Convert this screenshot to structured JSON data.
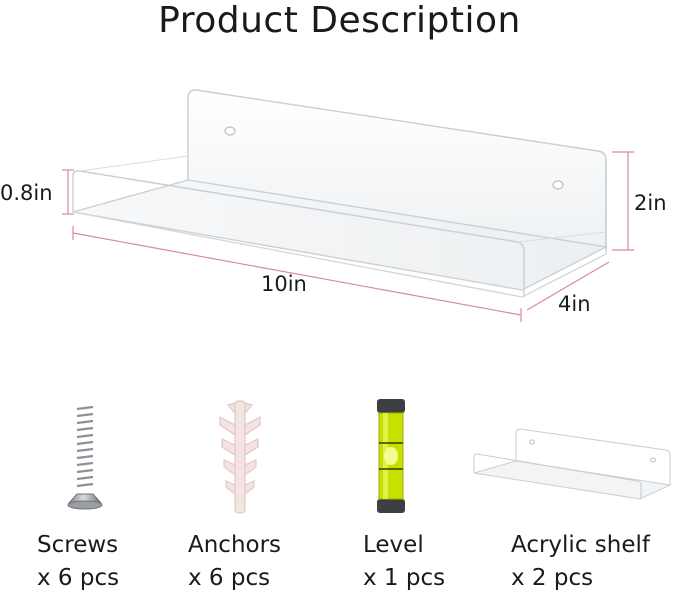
{
  "title": "Product Description",
  "dimensions": {
    "height_front": "0.8in",
    "height_back": "2in",
    "length": "10in",
    "depth": "4in"
  },
  "items": [
    {
      "name": "Screws",
      "qty": "x 6 pcs"
    },
    {
      "name": "Anchors",
      "qty": "x 6 pcs"
    },
    {
      "name": "Level",
      "qty": "x 1 pcs"
    },
    {
      "name": "Acrylic shelf",
      "qty": "x 2 pcs"
    }
  ],
  "colors": {
    "dimension_line": "#d98a9a",
    "acrylic_edge": "#c9ced3",
    "level_liquid": "#c6e000"
  }
}
